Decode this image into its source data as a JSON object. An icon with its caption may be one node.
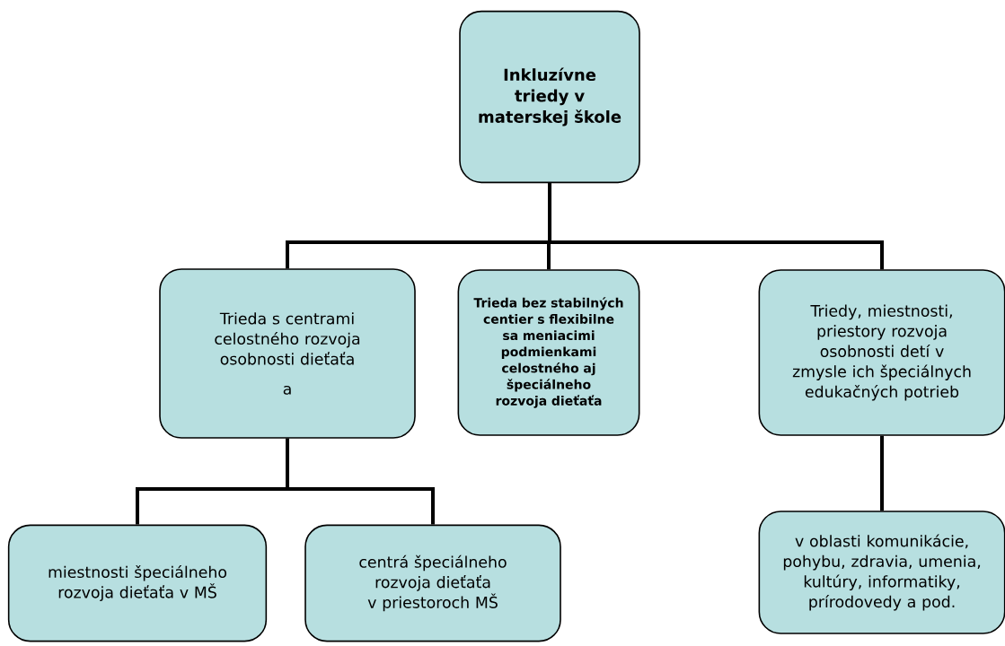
{
  "diagram": {
    "nodes": [
      {
        "text": [
          "Inkluzívne triedy v materskej škole"
        ]
      },
      {
        "text": [
          "Trieda s centrami celostného rozvoja osobnosti dieťaťa",
          "a"
        ]
      },
      {
        "text": [
          "Trieda bez stabilných centier s flexibilne sa meniacimi podmienkami celostného aj špeciálneho rozvoja dieťaťa"
        ]
      },
      {
        "text": [
          "Triedy, miestnosti, priestory rozvoja osobnosti detí v zmysle ich špeciálnych edukačných potrieb"
        ]
      },
      {
        "text": [
          "miestnosti špeciálneho rozvoja dieťaťa v MŠ"
        ]
      },
      {
        "text": [
          "centrá špeciálneho rozvoja dieťaťa v priestoroch MŠ"
        ]
      },
      {
        "text": [
          "v oblasti komunikácie, pohybu, zdravia, umenia, kultúry, informatiky, prírodovedy a pod."
        ]
      }
    ],
    "edges": [
      {
        "from": 0,
        "to": 1,
        "arrow": "none"
      },
      {
        "from": 0,
        "to": 2,
        "arrow": "none"
      },
      {
        "from": 0,
        "to": 3,
        "arrow": "none"
      },
      {
        "from": 1,
        "to": 4,
        "arrow": "none"
      },
      {
        "from": 1,
        "to": 5,
        "arrow": "none"
      },
      {
        "from": 3,
        "to": 6,
        "arrow": "none"
      }
    ]
  }
}
